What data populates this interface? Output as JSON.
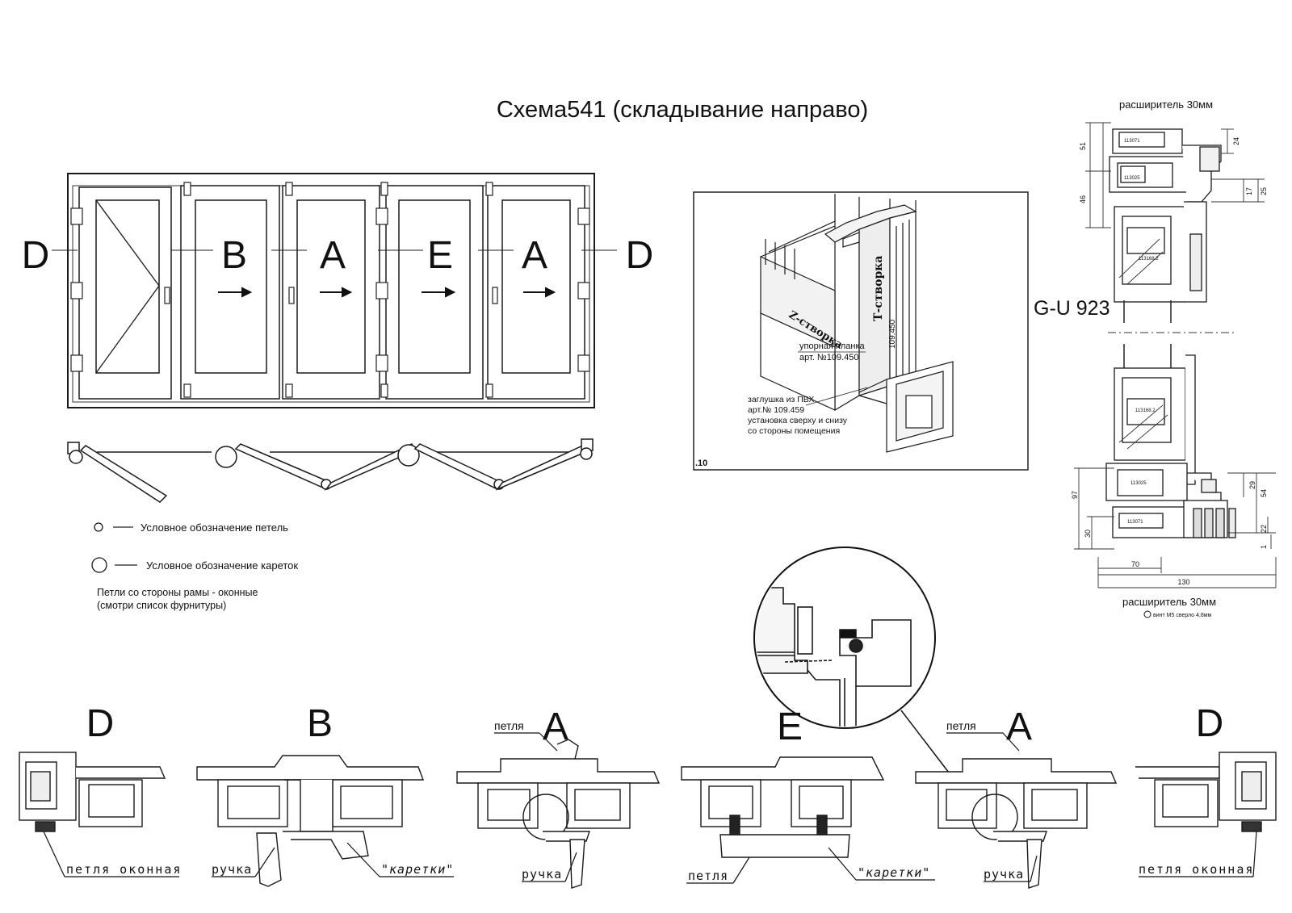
{
  "title": "Схема541 (складывание направо)",
  "elevation": {
    "labels": [
      "D",
      "B",
      "A",
      "E",
      "A",
      "D"
    ]
  },
  "legend": {
    "hinge": "Условное обозначение петель",
    "carriage": "Условное обозначение кареток",
    "note_line1": "Петли со стороны рамы - оконные",
    "note_line2": "(смотри список фурнитуры)"
  },
  "iso_detail": {
    "t_sash": "Т-створка",
    "z_sash": "Z-створка",
    "stop_bar_1": "упорная планка",
    "stop_bar_2": "арт. №109.450",
    "vertical_code": "109.450",
    "plug_1": "заглушка из ПВХ",
    "plug_2": "арт.№  109.459",
    "plug_3": "установка сверху и снизу",
    "plug_4": "со стороны помещения",
    "figure_number": ".10"
  },
  "vertical_section": {
    "top_caption": "расширитель 30мм",
    "hardware_label": "G-U 923",
    "bottom_caption": "расширитель 30мм",
    "screw_note": "винт М5 сверло 4,8мм",
    "dimensions": {
      "d51": "51",
      "d46": "46",
      "d24": "24",
      "d17": "17",
      "d25": "25",
      "d97": "97",
      "d30": "30",
      "d29": "29",
      "d54": "54",
      "d22": "22",
      "d1": "1",
      "d70": "70",
      "d130": "130"
    },
    "part_codes": [
      "113071",
      "113025",
      "113168.2",
      "113168.2",
      "113025",
      "113071"
    ]
  },
  "sections": {
    "labels": [
      "D",
      "B",
      "A",
      "E",
      "A",
      "D"
    ],
    "petlya_1": "петля",
    "petlya_2": "петля",
    "petlya_oknnaya_left": "петля оконная",
    "petlya_oknnaya_right": "петля оконная",
    "ruchka_1": "ручка",
    "ruchka_2": "ручка",
    "ruchka_3": "ручка",
    "karetki_1": "\"каретки\"",
    "karetki_2": "\"каретки\"",
    "petlya_bottom": "петля"
  }
}
